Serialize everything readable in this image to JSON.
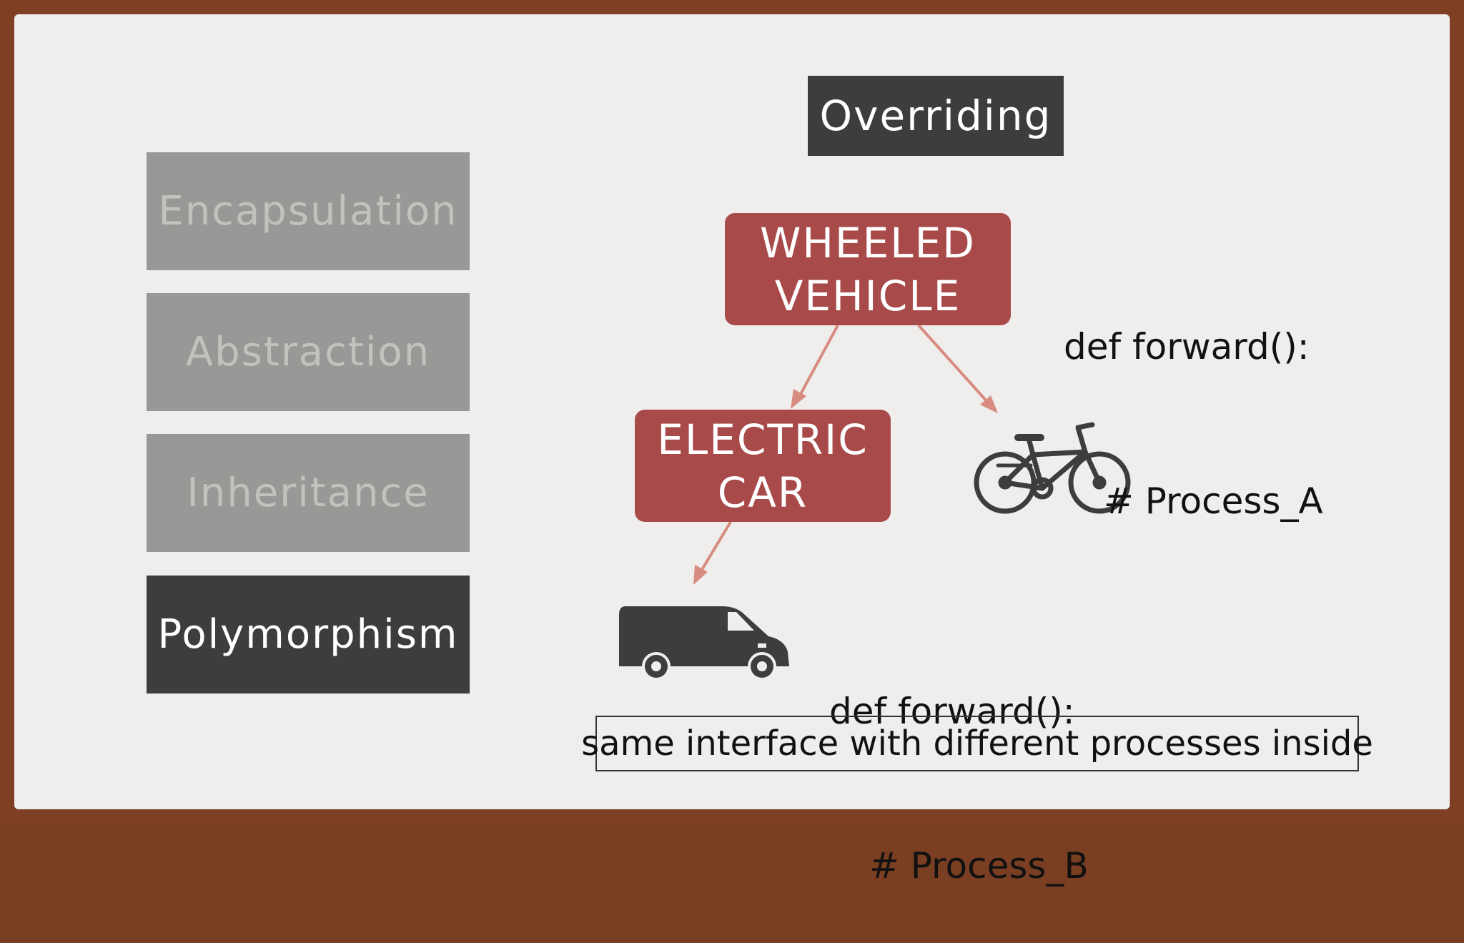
{
  "pillars": [
    {
      "label": "Encapsulation",
      "active": false
    },
    {
      "label": "Abstraction",
      "active": false
    },
    {
      "label": "Inheritance",
      "active": false
    },
    {
      "label": "Polymorphism",
      "active": true
    }
  ],
  "title": "Overriding",
  "nodes": {
    "parent": {
      "line1": "WHEELED",
      "line2": "VEHICLE"
    },
    "child": {
      "line1": "ELECTRIC",
      "line2": "CAR"
    }
  },
  "code_a": {
    "line1": "def forward():",
    "line2": "# Process_A"
  },
  "code_b": {
    "line1": "def forward():",
    "line2": "# Process_B"
  },
  "icons": [
    "bicycle-icon",
    "van-icon"
  ],
  "caption": "same interface with different processes inside",
  "colors": {
    "node": "#a84a4a",
    "arrow": "#d88b80",
    "dark_box": "#3d3c3e",
    "inactive_box": "#999896",
    "slide_bg": "#efeeec",
    "frame": "#7d4024"
  }
}
